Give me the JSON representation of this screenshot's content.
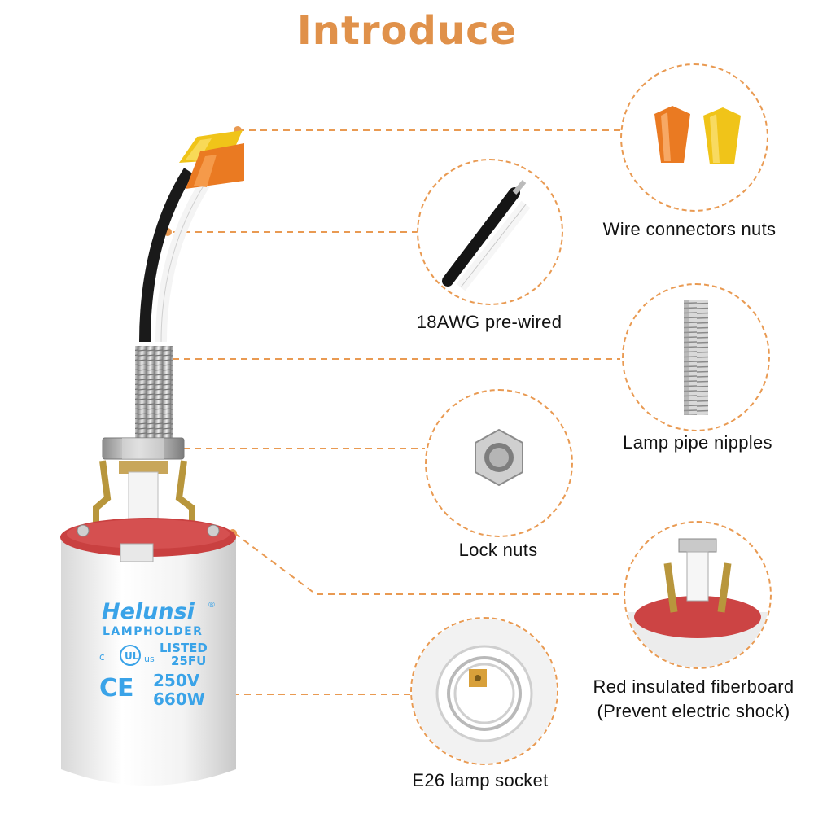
{
  "title": "Introduce",
  "accent_color": "#e99a52",
  "product": {
    "brand": "Helunsi",
    "brand_mark": "®",
    "product_type": "LAMPHOLDER",
    "listing": "LISTED",
    "listing_code": "25FU",
    "ce_mark": "CE",
    "voltage": "250V",
    "wattage": "660W",
    "ul_c": "c",
    "ul_us": "us"
  },
  "callouts": [
    {
      "id": "wire-connectors",
      "label": "Wire connectors nuts",
      "icon": "wire-connector-icon"
    },
    {
      "id": "pre-wired",
      "label": "18AWG pre-wired",
      "icon": "wire-icon"
    },
    {
      "id": "pipe-nipples",
      "label": "Lamp pipe nipples",
      "icon": "threaded-pipe-icon"
    },
    {
      "id": "lock-nuts",
      "label": "Lock nuts",
      "icon": "hex-nut-icon"
    },
    {
      "id": "fiberboard",
      "label_line1": "Red insulated fiberboard",
      "label_line2": "(Prevent electric shock)",
      "icon": "fiberboard-icon"
    },
    {
      "id": "socket",
      "label": "E26 lamp socket",
      "icon": "socket-icon"
    }
  ]
}
